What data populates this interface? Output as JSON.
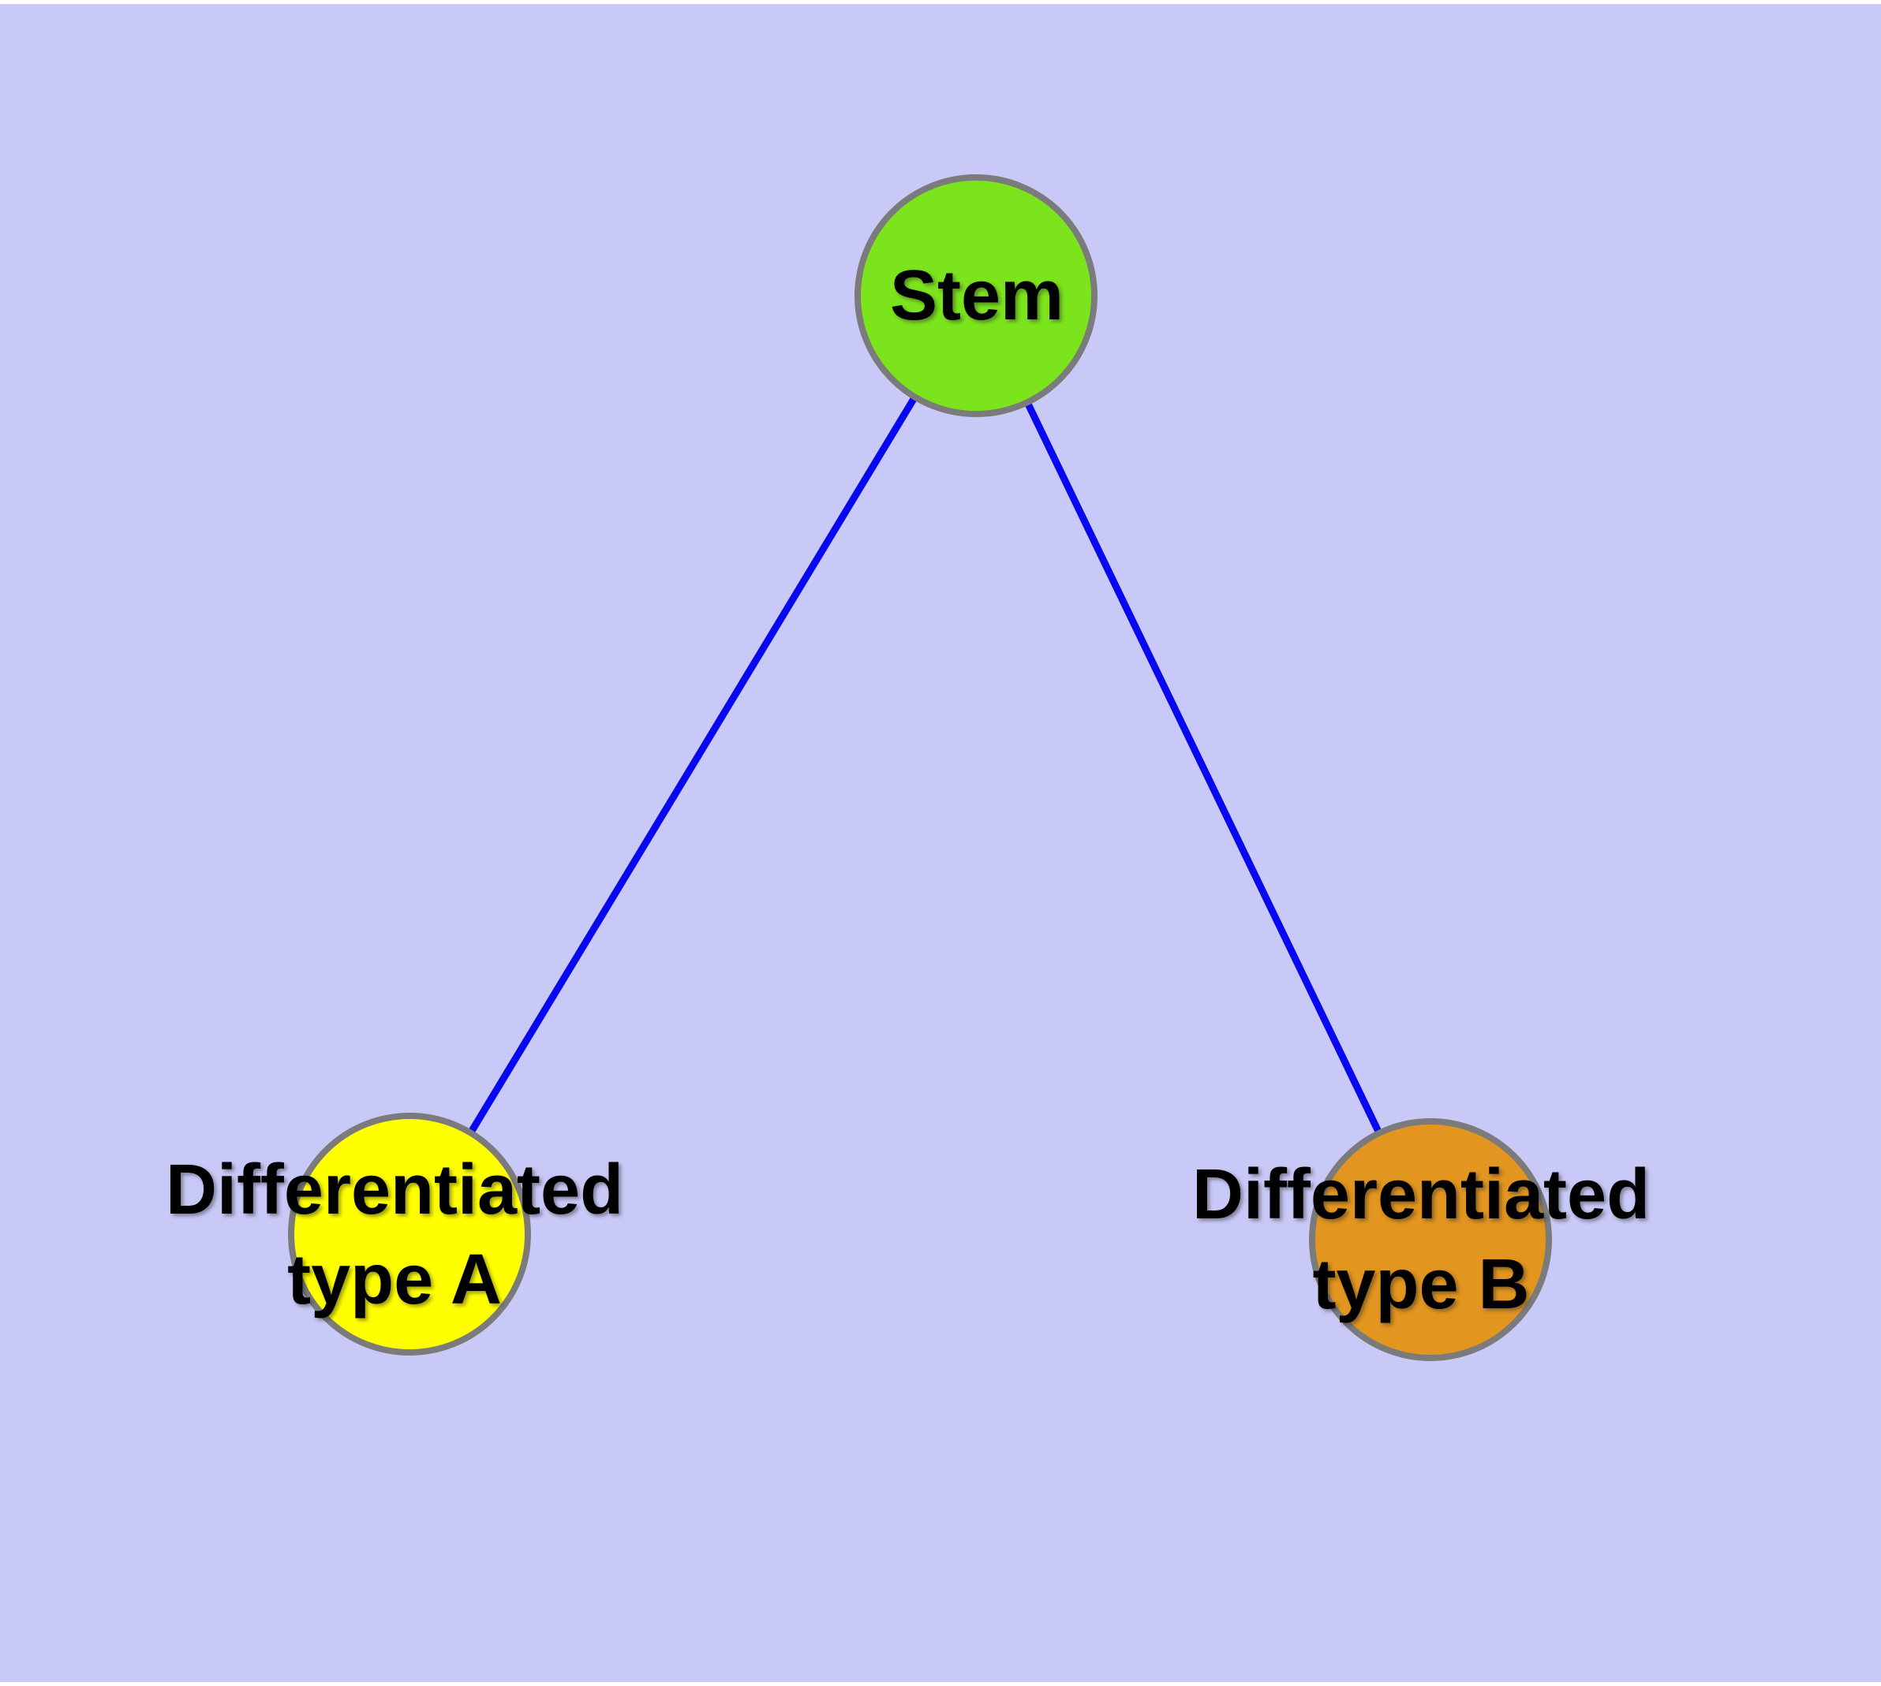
{
  "diagram": {
    "type": "graph",
    "background_color": "#C9C9F8",
    "top_margin_color": "#FFFFFF",
    "edge_color": "#0808F0",
    "node_border_color": "#7B7B7B",
    "label_color": "#000000",
    "nodes": [
      {
        "id": "stem",
        "lines": [
          "Stem"
        ],
        "fill": "#7CE41C"
      },
      {
        "id": "type-a",
        "lines": [
          "Differentiated",
          "type A"
        ],
        "fill": "#FFFF00"
      },
      {
        "id": "type-b",
        "lines": [
          "Differentiated",
          "type B"
        ],
        "fill": "#E2951F"
      }
    ],
    "edges": [
      {
        "from": "Stem",
        "to": "Differentiated type A"
      },
      {
        "from": "Stem",
        "to": "Differentiated type B"
      }
    ]
  }
}
